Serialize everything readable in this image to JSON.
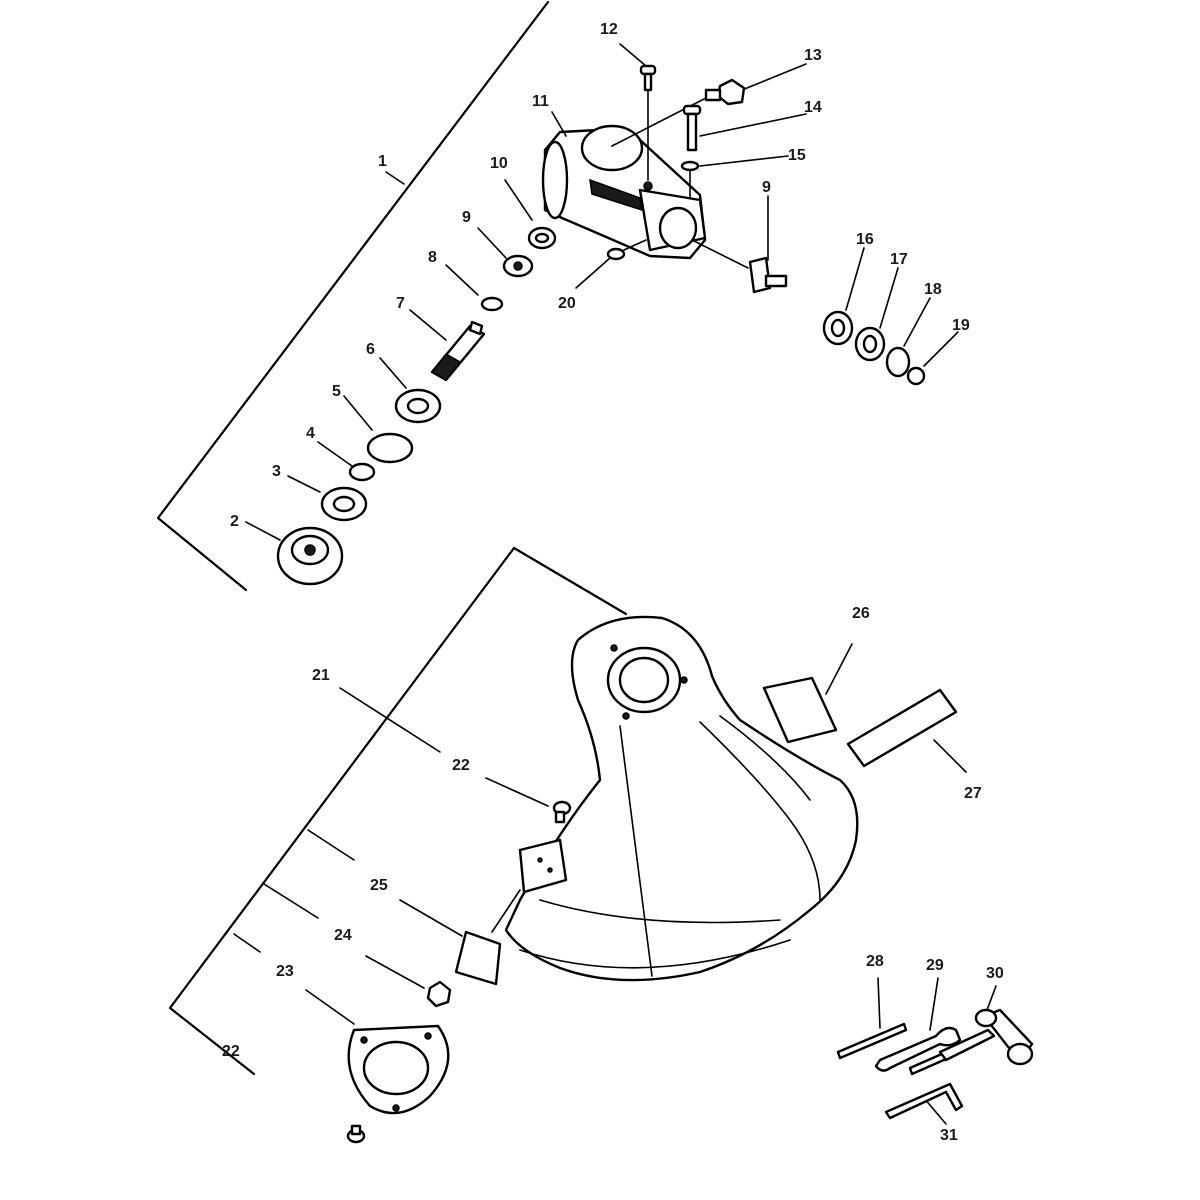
{
  "diagram": {
    "callouts": [
      {
        "id": "c1",
        "text": "1"
      },
      {
        "id": "c2",
        "text": "2"
      },
      {
        "id": "c3",
        "text": "3"
      },
      {
        "id": "c4",
        "text": "4"
      },
      {
        "id": "c5",
        "text": "5"
      },
      {
        "id": "c6",
        "text": "6"
      },
      {
        "id": "c7",
        "text": "7"
      },
      {
        "id": "c8",
        "text": "8"
      },
      {
        "id": "c9a",
        "text": "9"
      },
      {
        "id": "c9b",
        "text": "9"
      },
      {
        "id": "c10",
        "text": "10"
      },
      {
        "id": "c11",
        "text": "11"
      },
      {
        "id": "c12",
        "text": "12"
      },
      {
        "id": "c13",
        "text": "13"
      },
      {
        "id": "c14",
        "text": "14"
      },
      {
        "id": "c15",
        "text": "15"
      },
      {
        "id": "c16",
        "text": "16"
      },
      {
        "id": "c17",
        "text": "17"
      },
      {
        "id": "c18",
        "text": "18"
      },
      {
        "id": "c19",
        "text": "19"
      },
      {
        "id": "c20",
        "text": "20"
      },
      {
        "id": "c21",
        "text": "21"
      },
      {
        "id": "c22a",
        "text": "22"
      },
      {
        "id": "c22b",
        "text": "22"
      },
      {
        "id": "c23",
        "text": "23"
      },
      {
        "id": "c24",
        "text": "24"
      },
      {
        "id": "c25",
        "text": "25"
      },
      {
        "id": "c26",
        "text": "26"
      },
      {
        "id": "c27",
        "text": "27"
      },
      {
        "id": "c28",
        "text": "28"
      },
      {
        "id": "c29",
        "text": "29"
      },
      {
        "id": "c30",
        "text": "30"
      },
      {
        "id": "c31",
        "text": "31"
      }
    ]
  }
}
